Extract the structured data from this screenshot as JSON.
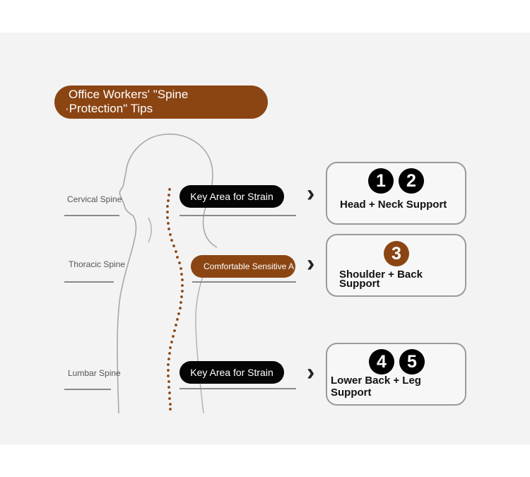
{
  "title": {
    "line1": "Office Workers' \"Spine",
    "line2": "·Protection\" Tips"
  },
  "spine_labels": {
    "cervical": "Cervical Spine",
    "thoracic": "Thoracic Spine",
    "lumbar": "Lumbar Spine"
  },
  "badges": {
    "top": "Key Area for Strain",
    "middle": "Comfortable Sensitive A",
    "bottom": "Key Area for Strain"
  },
  "chevron": "›",
  "cards": [
    {
      "numbers": [
        "1",
        "2"
      ],
      "label": "Head + Neck Support"
    },
    {
      "numbers": [
        "3"
      ],
      "label_line1": "Shoulder + Back",
      "label_line2": "Support"
    },
    {
      "numbers": [
        "4",
        "5"
      ],
      "label_line1": "Lower Back + Leg",
      "label_line2": "Support"
    }
  ],
  "colors": {
    "accent_brown": "#8b4513",
    "black": "#050505",
    "panel_bg": "#f3f3f3"
  }
}
